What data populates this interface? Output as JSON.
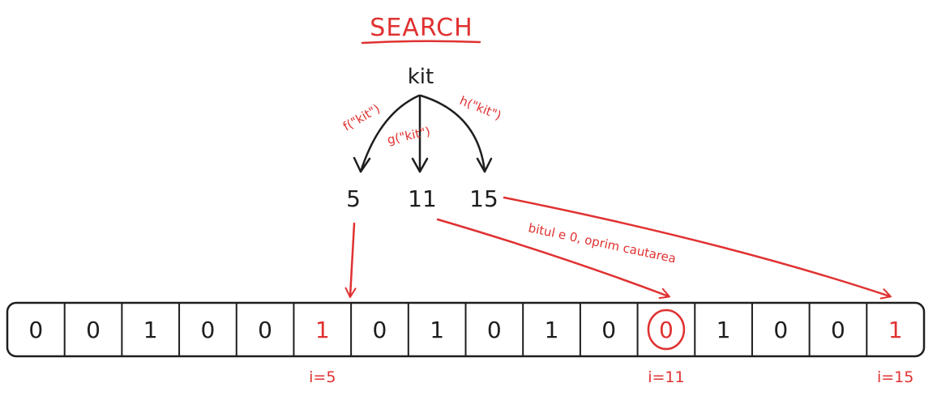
{
  "title": "SEARCH",
  "key": "kit",
  "hash_functions": [
    {
      "label": "f(\"kit\")",
      "result": "5"
    },
    {
      "label": "g(\"kit\")",
      "result": "11"
    },
    {
      "label": "h(\"kit\")",
      "result": "15"
    }
  ],
  "bits": [
    "0",
    "0",
    "1",
    "0",
    "0",
    "1",
    "0",
    "1",
    "0",
    "1",
    "0",
    "0",
    "1",
    "0",
    "0",
    "1"
  ],
  "highlighted_bits": [
    5,
    11,
    15
  ],
  "circled_bit": 11,
  "index_labels": [
    {
      "cell": 5,
      "text": "i=5"
    },
    {
      "cell": 11,
      "text": "i=11"
    },
    {
      "cell": 15,
      "text": "i=15"
    }
  ],
  "note": "bitul e 0, oprim cautarea",
  "colors": {
    "accent": "#e03131",
    "ink": "#1e1e1e"
  }
}
